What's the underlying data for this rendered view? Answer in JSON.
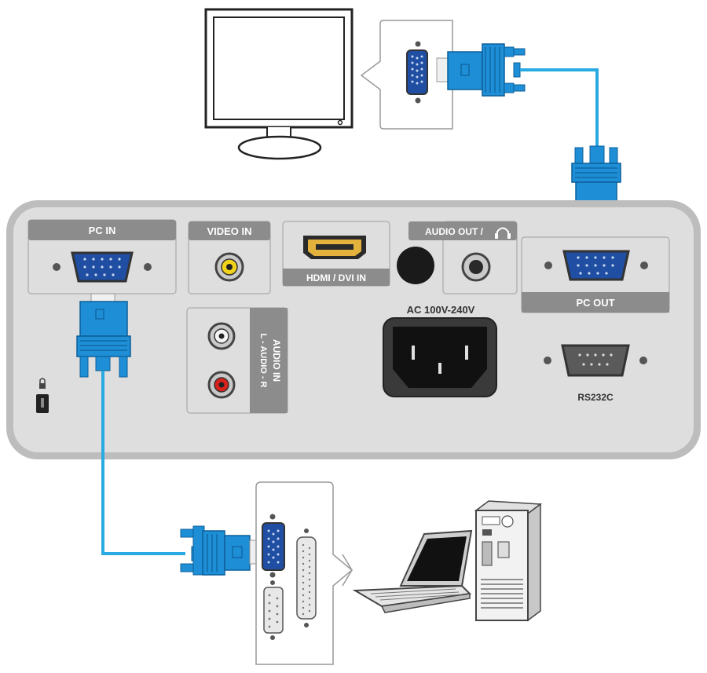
{
  "labels": {
    "pc_in": "PC IN",
    "video_in": "VIDEO IN",
    "hdmi_dvi_in": "HDMI / DVI IN",
    "audio_out": "AUDIO OUT /",
    "ac_power": "AC 100V-240V",
    "pc_out": "PC OUT",
    "rs232c": "RS232C",
    "audio_in": "AUDIO IN",
    "audio_lr": "L - AUDIO - R"
  },
  "icons": {
    "headphone": "headphone-icon",
    "lock": "kensington-lock-icon",
    "arrow": "chevron-arrow-icon"
  },
  "colors": {
    "cable_blue": "#1e8fd6",
    "cable_line": "#29aae3",
    "panel_gray": "#d9d9d9",
    "label_bar": "#8c8c8c",
    "hdmi_gold": "#e3b23c",
    "rca_yellow": "#f2d21b",
    "rca_red": "#d9221c"
  }
}
